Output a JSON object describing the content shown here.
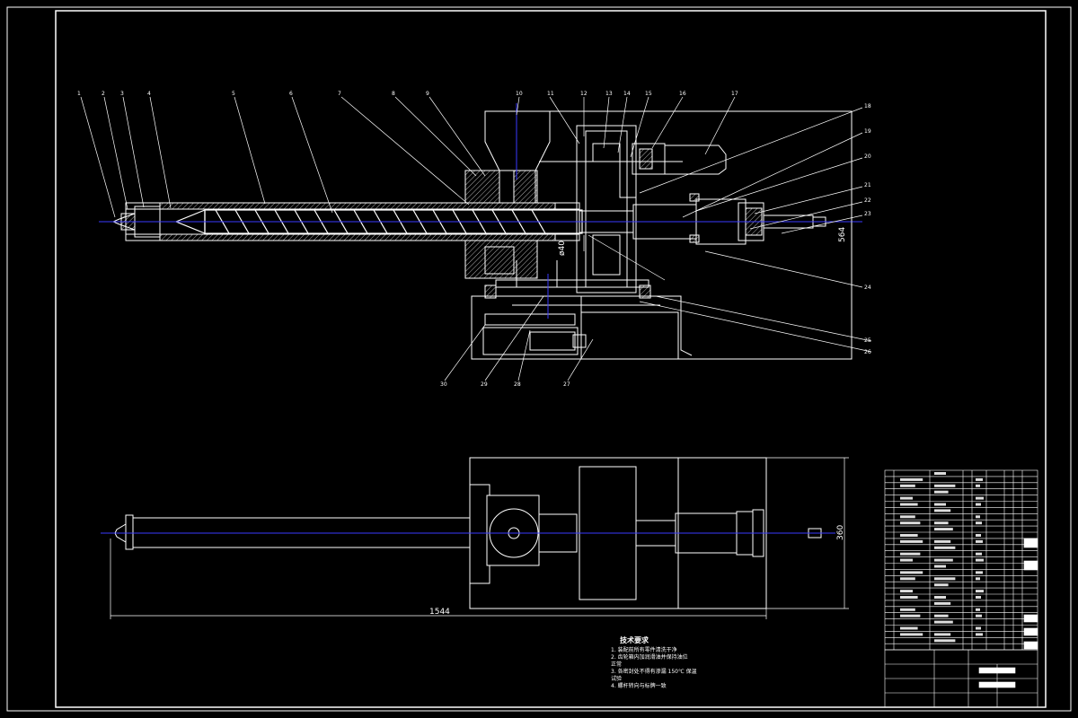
{
  "balloons": [
    "1",
    "2",
    "3",
    "4",
    "5",
    "6",
    "7",
    "8",
    "9",
    "10",
    "11",
    "12",
    "13",
    "14",
    "15",
    "16",
    "17",
    "18",
    "19",
    "20",
    "21",
    "22",
    "23",
    "24",
    "25",
    "26",
    "27",
    "28",
    "29",
    "30"
  ],
  "dimensions": {
    "height_side": "564",
    "diameter": "ø40",
    "total_length": "1544",
    "height_plan": "360"
  },
  "tech_notes": {
    "title": "技术要求",
    "lines": [
      "1. 装配前所有零件清洗干净",
      "2. 齿轮箱内加润滑油并保持油位",
      "   正常",
      "3. 各密封处不得有渗漏 150℃ 保温",
      "   试验",
      "4. 螺杆转向与标牌一致"
    ]
  },
  "colors": {
    "background": "#000000",
    "lines": "#ffffff",
    "centerline": "#3a3aff"
  }
}
